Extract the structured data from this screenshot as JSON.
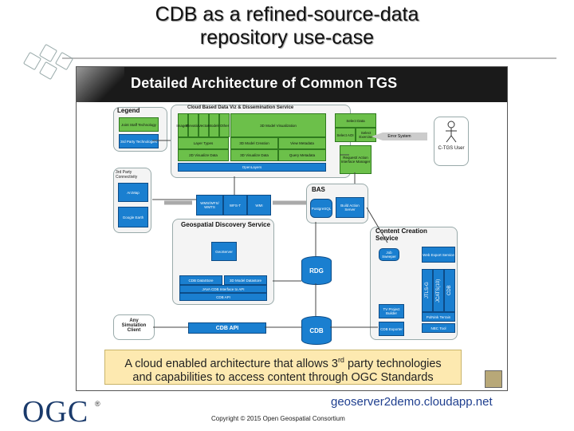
{
  "slide": {
    "title_line1": "CDB as a refined-source-data",
    "title_line2": "repository use-case"
  },
  "figure": {
    "header": "Detailed Architecture of Common TGS",
    "legend": {
      "title": "Legend",
      "item1": "Joint Staff Technology",
      "item2": "3rd Party Technologies"
    },
    "cloud_title": "Cloud Based Data Viz & Dissemination Service",
    "cloud_cells": [
      "Imagery",
      "Elevation",
      "Vector",
      "Models",
      "Other",
      "3D Model Visualization",
      "Layer Types",
      "3D Model Creation",
      "View Metadata",
      "2D Visualize Data",
      "3D Visualize Data",
      "Query Metadata",
      "OpenLayers"
    ],
    "select_data": "Select Data",
    "select_aoi": "Select AOI",
    "select_exercise": "Select Exercise",
    "request_manager": "Request/ Action Interface Manager",
    "error_system": "Error System",
    "user": "C-TGS User",
    "third_party": "3rd Party Connectivity",
    "arcmap": "ArcMap",
    "google_earth": "Google Earth",
    "bas": "BAS",
    "postgresql": "PostgreSQL",
    "build_action": "Build Action Server",
    "wms_cells": [
      "WMS/WFS/ WMTS",
      "WFS-T",
      "WMI"
    ],
    "discovery_title": "Geospatial Discovery Service",
    "geoserver": "GeoServer",
    "cdb_datastore": "CDB DataStore",
    "model_datastore": "3D Model Datastore",
    "java_api": "JAVA CDB Interface to API",
    "cdb_api_small": "CDB API",
    "rdg": "RDG",
    "content_title": "Content Creation Service",
    "job_sweeper": "Job Sweeper",
    "web_export": "Web Export Service",
    "jtls": "JTLS-G",
    "jcats": "JCATS(10)",
    "cdb_v": "CDB",
    "tv_builder": "TV Project Builder",
    "cdb_exporter": "CDB Exporter",
    "polilink": "PolNink Terrain",
    "nbc_tool": "NBC Tool",
    "sim_client": "Any Simulation Client",
    "cdb_api": "CDB API",
    "cdb": "CDB",
    "caption_line1_a": "A cloud enabled architecture  that allows 3",
    "caption_sup": "rd",
    "caption_line1_b": " party technologies",
    "caption_line2": "and capabilities to access  content through OGC Standards"
  },
  "footer": {
    "logo": "OGC",
    "reg": "®",
    "url": "geoserver2demo.cloudapp.net",
    "copyright": "Copyright © 2015 Open Geospatial Consortium"
  },
  "colors": {
    "green": "#6cc04a",
    "blue": "#1a7fd0",
    "caption_bg": "#fde9b0",
    "header_bg": "#1a1a1a"
  }
}
